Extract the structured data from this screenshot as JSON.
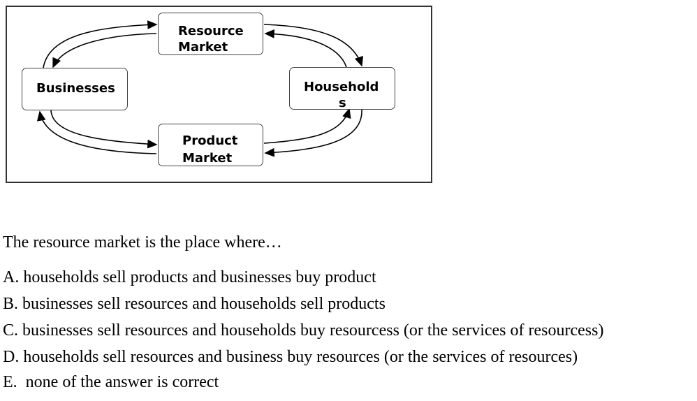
{
  "diagram": {
    "nodes": {
      "resource": [
        "Resource",
        "Market"
      ],
      "businesses": "Businesses",
      "households": [
        "Household",
        "s"
      ],
      "product": [
        "Product",
        "Market"
      ]
    }
  },
  "question": "The resource market is the place where…",
  "options": [
    "A. households sell products and businesses buy product",
    "B. businesses sell resources and households sell products",
    "C. businesses sell resources and households buy resourcess (or the services of resourcess)",
    "D. households sell resources and business buy resources  (or the services of resources)",
    "E.  none of the answer is correct"
  ]
}
